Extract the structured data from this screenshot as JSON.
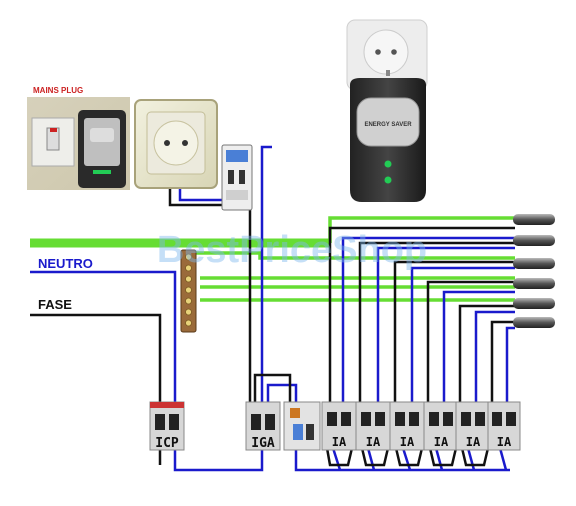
{
  "labels": {
    "mains_plug": "MAINS PLUG",
    "neutro": "NEUTRO",
    "fase": "FASE",
    "icp": "ICP",
    "iga": "IGA",
    "ia": "IA"
  },
  "watermark": "BestPriceShop",
  "device_label": "ENERGY SAVER",
  "colors": {
    "ground": "#66dd33",
    "neutral": "#1a1acc",
    "phase": "#111111",
    "watermark": "#7fb7ee",
    "mains_label": "#cc2222",
    "device_led": "#22cc55"
  },
  "icons": [
    "wall-switch-icon",
    "power-socket-icon",
    "energy-saver-icon",
    "circuit-breaker-icon",
    "busbar-icon",
    "load-cable-icon"
  ]
}
